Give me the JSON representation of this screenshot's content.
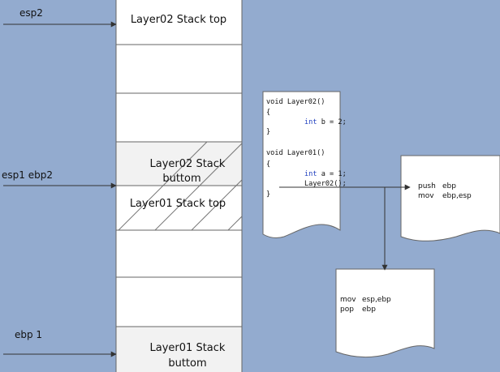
{
  "stack": {
    "layer02_top": "Layer02 Stack top",
    "layer02_bottom_line1": "Layer02 Stack",
    "layer02_bottom_line2": "buttom",
    "layer01_top": "Layer01 Stack top",
    "layer01_bottom_line1": "Layer01 Stack",
    "layer01_bottom_line2": "buttom"
  },
  "pointers": {
    "esp2": "esp2",
    "esp1_ebp2": "esp1 ebp2",
    "ebp1": "ebp 1"
  },
  "code": {
    "lines": [
      {
        "text": "void Layer02()"
      },
      {
        "text": "{"
      },
      {
        "kw": "int",
        "text": " b = 2;"
      },
      {
        "text": "}"
      },
      {
        "text": ""
      },
      {
        "text": "void Layer01()"
      },
      {
        "text": "{"
      },
      {
        "kw": "int",
        "text": " a = 1;"
      },
      {
        "text": "Layer02();"
      },
      {
        "text": "}"
      }
    ]
  },
  "prologue": {
    "lines": [
      {
        "op": "push",
        "arg": "ebp"
      },
      {
        "op": "mov",
        "arg": "ebp,esp"
      }
    ]
  },
  "epilogue": {
    "lines": [
      {
        "op": "mov",
        "arg": "esp,ebp"
      },
      {
        "op": "pop",
        "arg": "ebp"
      }
    ]
  },
  "colors": {
    "background": "#93abcf",
    "cell_fill": "#ffffff",
    "hatched_fill": "#f2f2f2",
    "line": "#555555",
    "code_keyword": "#1f3fbf"
  }
}
